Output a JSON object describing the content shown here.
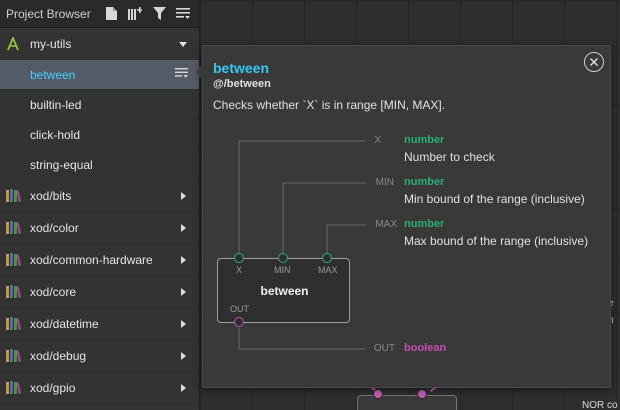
{
  "sidebar": {
    "title": "Project Browser",
    "header_icons": [
      "new-file-icon",
      "add-library-icon",
      "filter-icon",
      "menu-icon"
    ],
    "libraries": [
      {
        "label": "my-utils",
        "expanded": true,
        "icon": "project-icon"
      },
      {
        "label": "xod/bits",
        "expanded": false,
        "icon": "library-icon"
      },
      {
        "label": "xod/color",
        "expanded": false,
        "icon": "library-icon"
      },
      {
        "label": "xod/common-hardware",
        "expanded": false,
        "icon": "library-icon"
      },
      {
        "label": "xod/core",
        "expanded": false,
        "icon": "library-icon"
      },
      {
        "label": "xod/datetime",
        "expanded": false,
        "icon": "library-icon"
      },
      {
        "label": "xod/debug",
        "expanded": false,
        "icon": "library-icon"
      },
      {
        "label": "xod/gpio",
        "expanded": false,
        "icon": "library-icon"
      }
    ],
    "patches": [
      {
        "label": "between",
        "selected": true
      },
      {
        "label": "builtin-led",
        "selected": false
      },
      {
        "label": "click-hold",
        "selected": false
      },
      {
        "label": "string-equal",
        "selected": false
      }
    ]
  },
  "popup": {
    "title": "between",
    "path": "@/between",
    "description": "Checks whether `X` is in range [MIN, MAX].",
    "inputs": [
      {
        "name": "X",
        "type": "number",
        "description": "Number to check"
      },
      {
        "name": "MIN",
        "type": "number",
        "description": "Min bound of the range (inclusive)"
      },
      {
        "name": "MAX",
        "type": "number",
        "description": "Max bound of the range (inclusive)"
      }
    ],
    "outputs": [
      {
        "name": "OUT",
        "type": "boolean"
      }
    ],
    "node_label": "between",
    "colors": {
      "number": "#2aae78",
      "boolean": "#c54fb3",
      "title": "#38c6f2"
    }
  },
  "canvas": {
    "text_1": "e",
    "text_2": "n",
    "text_3": "NOR co"
  }
}
